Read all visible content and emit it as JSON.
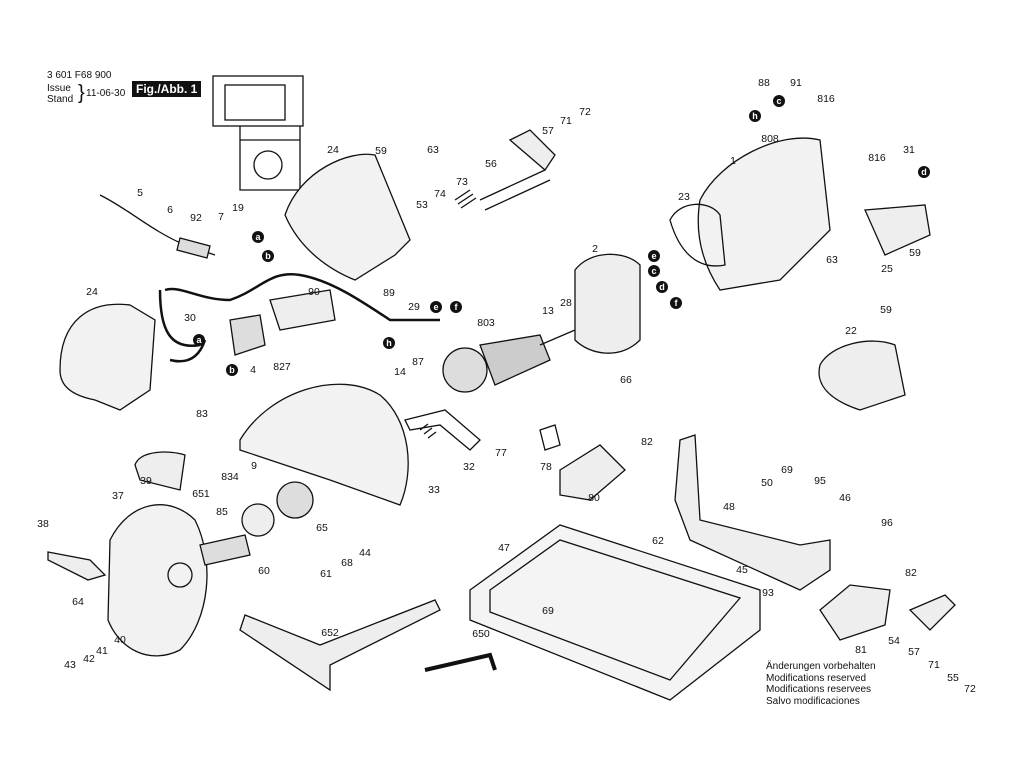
{
  "header": {
    "part_number": "3 601 F68 900",
    "issue_label": "Issue",
    "stand_label": "Stand",
    "date": "11-06-30",
    "figure_label": "Fig./Abb. 1"
  },
  "notes": [
    "Änderungen vorbehalten",
    "Modifications reserved",
    "Modifications reservees",
    "Salvo modificaciones"
  ],
  "part_labels": [
    "5",
    "6",
    "92",
    "7",
    "19",
    "24",
    "59",
    "63",
    "53",
    "74",
    "73",
    "56",
    "57",
    "71",
    "72",
    "88",
    "91",
    "816",
    "808",
    "1",
    "816",
    "31",
    "23",
    "63",
    "25",
    "59",
    "2",
    "13",
    "28",
    "803",
    "66",
    "24",
    "30",
    "90",
    "89",
    "29",
    "87",
    "4",
    "83",
    "59",
    "22",
    "827",
    "14",
    "32",
    "33",
    "77",
    "78",
    "82",
    "80",
    "651",
    "834",
    "9",
    "85",
    "60",
    "65",
    "61",
    "68",
    "44",
    "37",
    "39",
    "38",
    "64",
    "41",
    "40",
    "42",
    "43",
    "652",
    "650",
    "47",
    "69",
    "62",
    "48",
    "50",
    "69",
    "95",
    "46",
    "45",
    "93",
    "96",
    "82",
    "81",
    "54",
    "57",
    "71",
    "55",
    "72"
  ],
  "wire_connectors": [
    "a",
    "b",
    "e",
    "f",
    "h",
    "a",
    "b",
    "h",
    "c",
    "d",
    "e",
    "c",
    "d",
    "f"
  ]
}
